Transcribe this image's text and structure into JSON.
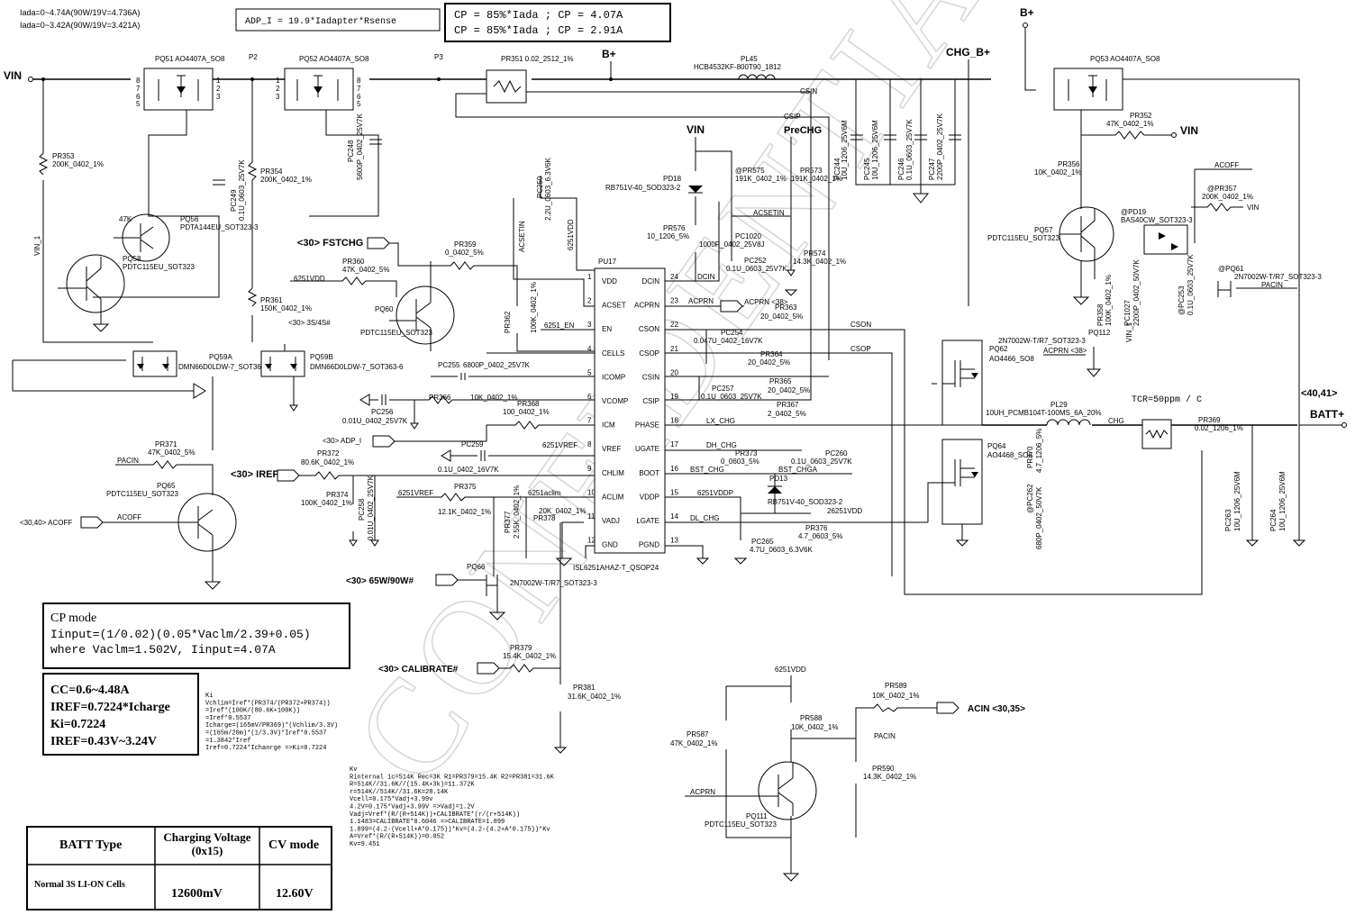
{
  "notes": {
    "iada1": "Iada=0~4.74A(90W/19V=4.736A)",
    "iada2": "Iada=0~3.42A(90W/19V=3.421A)",
    "adp_formula": "ADP_I = 19.9*Iadapter*Rsense",
    "cp1": "CP = 85%*Iada ; CP = 4.07A",
    "cp2": "CP = 85%*Iada ; CP = 2.91A"
  },
  "nets": {
    "vin": "VIN",
    "bplus": "B+",
    "chg_bplus": "CHG_B+",
    "batt": "BATT+",
    "batt_ref": "<40,41>",
    "csin": "CSIN",
    "csip": "CSIP",
    "prechg": "PreCHG",
    "acset": "ACSETIN",
    "acoff": "ACOFF",
    "pacin": "PACIN",
    "con": "CSON",
    "cop": "CSOP",
    "chg": "CHG",
    "tcr": "TCR=50ppm / C",
    "fstchg": "<30> FSTCHG",
    "s34": "<30> 3S/4S#",
    "iref": "<30> IREF",
    "adp": "<30> ADP_I",
    "w6590": "<30> 65W/90W#",
    "calib": "<30> CALIBRATE#",
    "acin": "ACIN <30,35>",
    "acoff_in": "<30,40> ACOFF",
    "acprn": "ACPRN <38>",
    "v6251": "6251VDD",
    "v6251b": "6251VDD",
    "lx": "LX_CHG",
    "dh": "DH_CHG",
    "bst": "BST_CHG",
    "bsta": "BST_CHGA",
    "dl": "DL_CHG",
    "vref": "6251VREF",
    "aclim": "6251aclim",
    "vddp": "6251VDDP",
    "vin1": "VIN_1"
  },
  "ic": {
    "ref": "PU17",
    "part": "ISL6251AHAZ-T_QSOP24",
    "left_pins": [
      {
        "n": "1",
        "name": "VDD"
      },
      {
        "n": "2",
        "name": "ACSET"
      },
      {
        "n": "3",
        "name": "EN"
      },
      {
        "n": "4",
        "name": "CELLS"
      },
      {
        "n": "5",
        "name": "ICOMP"
      },
      {
        "n": "6",
        "name": "VCOMP"
      },
      {
        "n": "7",
        "name": "ICM"
      },
      {
        "n": "8",
        "name": "VREF"
      },
      {
        "n": "9",
        "name": "CHLIM"
      },
      {
        "n": "10",
        "name": "ACLIM"
      },
      {
        "n": "11",
        "name": "VADJ"
      },
      {
        "n": "12",
        "name": "GND"
      }
    ],
    "right_pins": [
      {
        "n": "24",
        "name": "DCIN"
      },
      {
        "n": "23",
        "name": "ACPRN"
      },
      {
        "n": "22",
        "name": "CSON"
      },
      {
        "n": "21",
        "name": "CSOP"
      },
      {
        "n": "20",
        "name": "CSIN"
      },
      {
        "n": "19",
        "name": "CSIP"
      },
      {
        "n": "18",
        "name": "PHASE"
      },
      {
        "n": "17",
        "name": "UGATE"
      },
      {
        "n": "16",
        "name": "BOOT"
      },
      {
        "n": "15",
        "name": "VDDP"
      },
      {
        "n": "14",
        "name": "LGATE"
      },
      {
        "n": "13",
        "name": "PGND"
      }
    ]
  },
  "parts": {
    "pq51": "PQ51 AO4407A_SO8",
    "pq52": "PQ52 AO4407A_SO8",
    "pq53": "PQ53 AO4407A_SO8",
    "pr351": "PR351 0.02_2512_1%",
    "pl45a": "PL45",
    "pl45b": "HCB4532KF-800T90_1812",
    "pr353a": "PR353",
    "pr353b": "200K_0402_1%",
    "pr354a": "PR354",
    "pr354b": "200K_0402_1%",
    "pc249a": "PC249",
    "pc249b": "0.1U_0603_25V7K",
    "pc248a": "PC248",
    "pc248b": "5600P_0402_25V7K",
    "pq56a": "PQ56",
    "pq56b": "PDTA144EU_SOT323-3",
    "pq58a": "PQ58",
    "pq58b": "PDTC115EU_SOT323",
    "r47k": "47K",
    "pq59a": "PQ59A",
    "pq59a2": "DMN66D0LDW-7_SOT363-6",
    "pq59b": "PQ59B",
    "pq59b2": "DMN66D0LDW-7_SOT363-6",
    "pr361a": "PR361",
    "pr361b": "150K_0402_1%",
    "pr360a": "PR360",
    "pr360b": "47K_0402_5%",
    "pq60": "PQ60",
    "pq60b": "PDTC115EU_SOT323",
    "pr359a": "PR359",
    "pr359b": "0_0402_5%",
    "pr362a": "PR362",
    "pr362b": "100K_0402_1%",
    "pc250a": "PC250",
    "pc250b": "2.2U_0603_6.3V6K",
    "pd18a": "PD18",
    "pd18b": "RB751V-40_SOD323-2",
    "pr576a": "PR576",
    "pr576b": "10_1206_5%",
    "pr575a": "@PR575",
    "pr575b": "191K_0402_1%",
    "pr573a": "PR573",
    "pr573b": "191K_0402_1%",
    "pc1020a": "PC1020",
    "pc1020b": "1000P_0402_25V8J",
    "pc252a": "PC252",
    "pc252b": "0.1U_0603_25V7K",
    "pr574a": "PR574",
    "pr574b": "14.3K_0402_1%",
    "pr363a": "PR363",
    "pr363b": "20_0402_5%",
    "pc254a": "PC254",
    "pc254b": "0.047U_0402_16V7K",
    "pr364a": "PR364",
    "pr364b": "20_0402_5%",
    "pr365a": "PR365",
    "pr365b": "20_0402_5%",
    "pc257a": "PC257",
    "pc257b": "0.1U_0603_25V7K",
    "pr367a": "PR367",
    "pr367b": "2_0402_5%",
    "pc255a": "PC255",
    "pc255b": "6800P_0402_25V7K",
    "pr366a": "PR366",
    "pr366b": "10K_0402_1%",
    "pc256a": "PC256",
    "pc256b": "0.01U_0402_25V7K",
    "pr368a": "PR368",
    "pr368b": "100_0402_1%",
    "pc259a": "PC259",
    "pc259b": "0.1U_0402_16V7K",
    "pr372a": "PR372",
    "pr372b": "80.6K_0402_1%",
    "pr374a": "PR374",
    "pr374b": "100K_0402_1%",
    "pc258a": "PC258",
    "pc258b": "0.01U_0402_25V7K",
    "pr375a": "PR375",
    "pr375b": "12.1K_0402_1%",
    "pr377a": "PR377",
    "pr377b": "2.55K_0402_1%",
    "pr378a": "PR378",
    "pr378b": "20K_0402_1%",
    "pq66a": "PQ66",
    "pq66b": "2N7002W-T/R7_SOT323-3",
    "pr371a": "PR371",
    "pr371b": "47K_0402_5%",
    "pq65a": "PQ65",
    "pq65b": "PDTC115EU_SOT323",
    "pr373a": "PR373",
    "pr373b": "0_0603_5%",
    "pc260a": "PC260",
    "pc260b": "0.1U_0603_25V7K",
    "pd13a": "PD13",
    "pd13b": "RB751V-40_SOD323-2",
    "pr376a": "PR376",
    "pr376b": "4.7_0603_5%",
    "pc265a": "PC265",
    "pc265b": "4.7U_0603_6.3V6K",
    "pc244a": "PC244",
    "pc244b": "10U_1206_25V6M",
    "pc245a": "PC245",
    "pc245b": "10U_1206_25V6M",
    "pc246a": "PC246",
    "pc246b": "0.1U_0603_25V7K",
    "pc247a": "PC247",
    "pc247b": "2200P_0402_25V7K",
    "pq62a": "PQ62",
    "pq62b": "AO4466_SO8",
    "pq64a": "PQ64",
    "pq64b": "AO4468_SO8",
    "pl29a": "PL29",
    "pl29b": "10UH_PCMB104T-100MS_6A_20%",
    "pr369a": "PR369",
    "pr369b": "0.02_1206_1%",
    "pr370a": "PR370",
    "pr370b": "4.7_1206_5%",
    "pc262a": "@PC262",
    "pc262b": "680P_0402_50V7K",
    "pc263a": "PC263",
    "pc263b": "10U_1206_25V6M",
    "pc264a": "PC264",
    "pc264b": "10U_1206_25V6M",
    "pr352a": "PR352",
    "pr352b": "47K_0402_1%",
    "pr356a": "PR356",
    "pr356b": "10K_0402_1%",
    "pq57a": "PQ57",
    "pq57b": "PDTC115EU_SOT323",
    "pd19a": "@PD19",
    "pd19b": "BAS40CW_SOT323-3",
    "pr357a": "@PR357",
    "pr357b": "200K_0402_1%",
    "pq61a": "@PQ61",
    "pq61b": "2N7002W-T/R7_SOT323-3",
    "pc253a": "@PC253",
    "pc253b": "0.1U_0603_25V7K",
    "pc1027a": "PC1027",
    "pc1027b": "2200P_0402_50V7K",
    "pr358a": "PR358",
    "pr358b": "100K_0402_1%",
    "pq112a": "PQ112",
    "pq112b": "2N7002W-T/R7_SOT323-3",
    "pr379a": "PR379",
    "pr379b": "15.4K_0402_1%",
    "pr381a": "PR381",
    "pr381b": "31.6K_0402_1%",
    "pr589a": "PR589",
    "pr589b": "10K_0402_1%",
    "pr588a": "PR588",
    "pr588b": "10K_0402_1%",
    "pr587a": "PR587",
    "pr587b": "47K_0402_1%",
    "pr590a": "PR590",
    "pr590b": "14.3K_0402_1%",
    "pq111a": "PQ111",
    "pq111b": "PDTC115EU_SOT323",
    "p2": "P2",
    "p3": "P3",
    "vin_lbl": "VIN"
  },
  "cp_box": {
    "title": "CP mode",
    "line1": "Iinput=(1/0.02)(0.05*Vaclm/2.39+0.05)",
    "line2": "where Vaclm=1.502V, Iinput=4.07A"
  },
  "cc_box": {
    "l1": "CC=0.6~4.48A",
    "l2": "IREF=0.7224*Icharge",
    "l3": "Ki=0.7224",
    "l4": "IREF=0.43V~3.24V"
  },
  "ki_notes": [
    "Ki",
    "Vchlim=Iref*(PR374/(PR372+PR374))",
    "=Iref*(100K/(80.6K+100K))",
    "=Iref*0.5537",
    "Icharge=(165mV/PR369)*(Vchlim/3.3V)",
    "=(165m/20m)*(1/3.3V)*Iref*0.5537",
    "=1.3842*Iref",
    "Iref=0.7224*Ichanrge =>Ki=0.7224"
  ],
  "kv_notes": [
    "Kv",
    "Rinternal 1c=514K  Rec=3K  R1=PR379=15.4K  R2=PR381=31.6K",
    "R=514K//31.6K//(15.4K+3k)=11.372K",
    "r=514K//514K//31.6K=28.14K",
    "Vcell=0.175*Vadj+3.99v",
    "4.2V=0.175*Vadj+3.99V =>Vadj=1.2V",
    "Vadj=Vref*(R/(R+514K))+CALIBRATE*(r/(r+514K))",
    "1.1483=CALIBRATE*0.6046 =>CALIBRATE=1.899",
    "1.899=(4.2-(Vcell+A*0.175))*Kv=(4.2-(4.2+A*0.175))*Kv",
    "A=Vref*(R/(R+514K))=0.052",
    "Kv=9.451"
  ],
  "batt_table": {
    "headers": [
      "BATT Type",
      "Charging Voltage (0x15)",
      "CV mode"
    ],
    "row": [
      "Normal 3S LI-ON Cells",
      "12600mV",
      "12.60V"
    ]
  },
  "watermark": "CONFIDENTIAL"
}
